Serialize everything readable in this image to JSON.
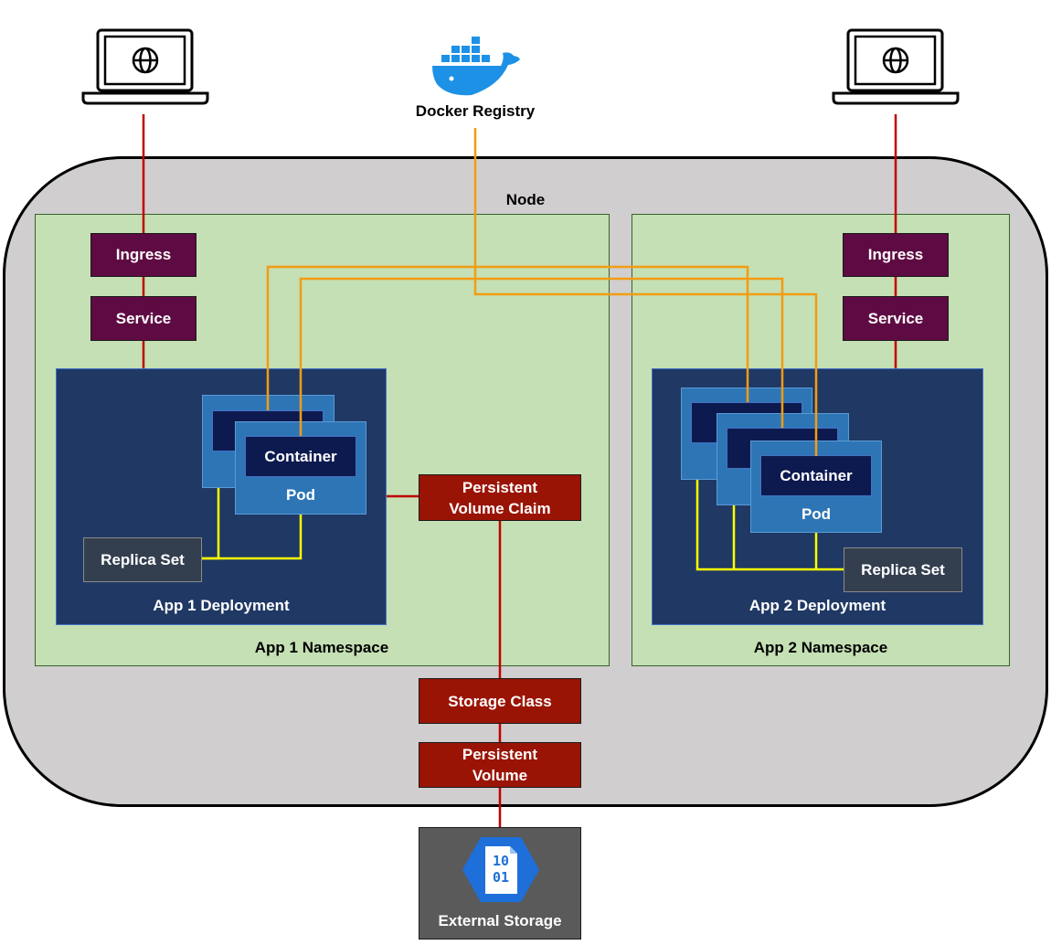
{
  "registry": {
    "label": "Docker Registry"
  },
  "node": {
    "label": "Node"
  },
  "app1": {
    "namespace": "App 1 Namespace",
    "deployment": "App 1 Deployment",
    "ingress": "Ingress",
    "service": "Service",
    "container": "Container",
    "pod": "Pod",
    "replica_set": "Replica Set"
  },
  "app2": {
    "namespace": "App 2 Namespace",
    "deployment": "App 2 Deployment",
    "ingress": "Ingress",
    "service": "Service",
    "container": "Container",
    "pod": "Pod",
    "replica_set": "Replica Set"
  },
  "storage": {
    "pvc_line1": "Persistent",
    "pvc_line2": "Volume Claim",
    "storage_class": "Storage Class",
    "pv_line1": "Persistent",
    "pv_line2": "Volume",
    "external": "External Storage",
    "binary_line1": "10",
    "binary_line2": "01"
  },
  "icons": {
    "client_left": "laptop-globe-icon",
    "client_right": "laptop-globe-icon",
    "registry": "docker-whale-icon",
    "external_storage": "binary-file-icon"
  },
  "colors": {
    "network_link": "#c00000",
    "image_pull": "#f39c12",
    "replica_link": "#ffff00"
  }
}
